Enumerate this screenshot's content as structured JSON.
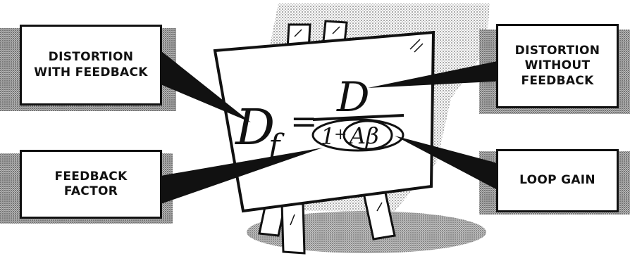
{
  "labels": {
    "top_left": "DISTORTION\nWITH FEEDBACK",
    "top_right": "DISTORTION\nWITHOUT\nFEEDBACK",
    "bottom_left": "FEEDBACK\nFACTOR",
    "bottom_right": "LOOP GAIN"
  },
  "formula": {
    "lhs_main": "D",
    "lhs_sub": "f",
    "equals": "=",
    "numerator": "D",
    "denominator_one": "1",
    "denominator_plus": "+",
    "denominator_loop_gain": "Aβ"
  },
  "colors": {
    "ink": "#111111",
    "board": "#ffffff",
    "shadow_dots": "#8a8a8a"
  }
}
